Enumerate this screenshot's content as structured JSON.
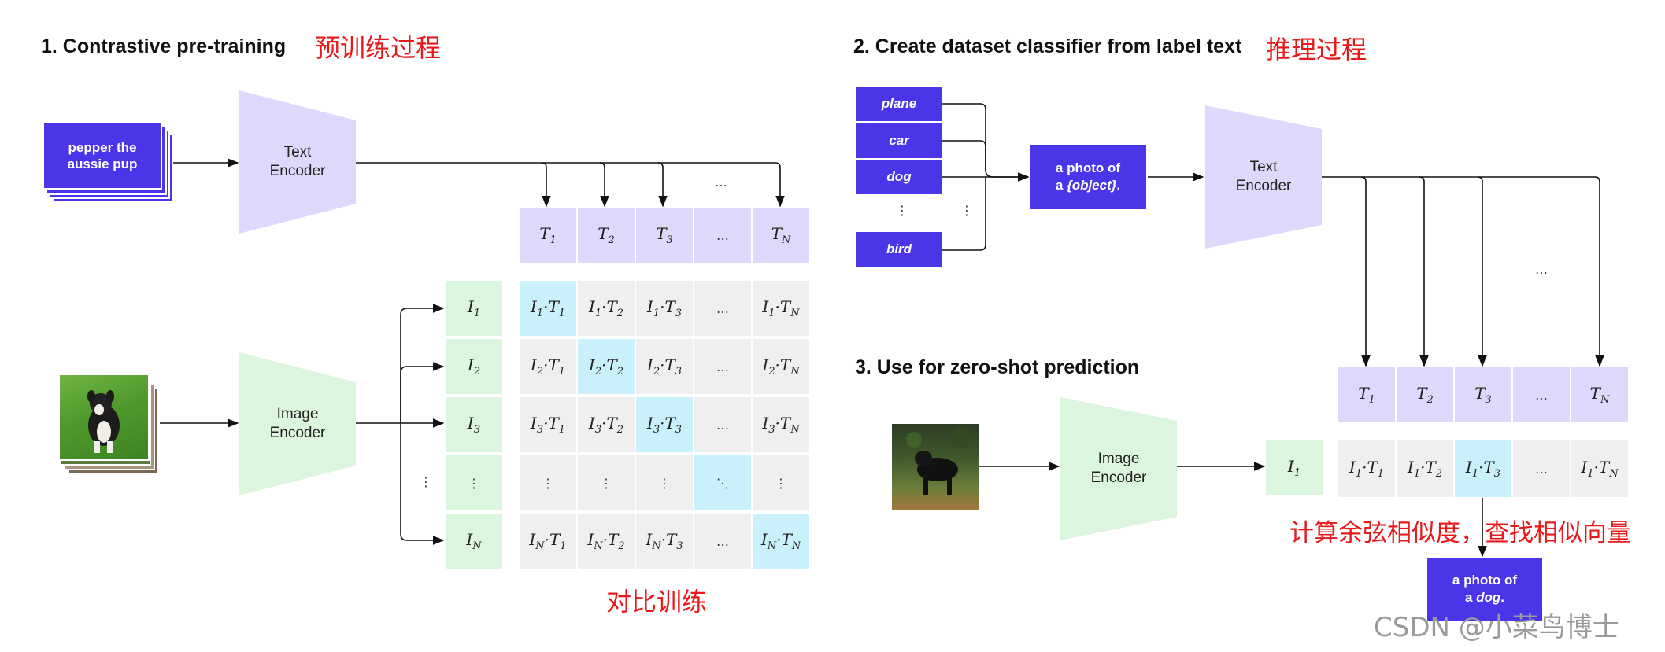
{
  "section1": {
    "heading": "1. Contrastive pre-training",
    "annotation": "预训练过程",
    "text_input": "pepper the\naussie pup",
    "text_encoder": "Text\nEncoder",
    "image_encoder": "Image\nEncoder",
    "text_features": [
      "T1",
      "T2",
      "T3",
      "…",
      "TN"
    ],
    "image_features": [
      "I1",
      "I2",
      "I3",
      "⋮",
      "IN"
    ],
    "top_dots": "…",
    "left_dots": "⋮",
    "matrix": [
      [
        "I1·T1",
        "I1·T2",
        "I1·T3",
        "…",
        "I1·TN"
      ],
      [
        "I2·T1",
        "I2·T2",
        "I2·T3",
        "…",
        "I2·TN"
      ],
      [
        "I3·T1",
        "I3·T2",
        "I3·T3",
        "…",
        "I3·TN"
      ],
      [
        "⋮",
        "⋮",
        "⋮",
        "⋱",
        "⋮"
      ],
      [
        "IN·T1",
        "IN·T2",
        "IN·T3",
        "…",
        "IN·TN"
      ]
    ],
    "bottom_annotation": "对比训练"
  },
  "section2": {
    "heading": "2. Create dataset classifier from label text",
    "annotation": "推理过程",
    "labels": [
      "plane",
      "car",
      "dog",
      "⋮",
      "bird"
    ],
    "side_dots": "⋮",
    "template_line1": "a photo of",
    "template_line2_prefix": "a ",
    "template_object": "{object}",
    "template_suffix": ".",
    "text_encoder": "Text\nEncoder",
    "dots": "…"
  },
  "section3": {
    "heading": "3. Use for zero-shot prediction",
    "image_encoder": "Image\nEncoder",
    "image_feature": "I1",
    "text_features": [
      "T1",
      "T2",
      "T3",
      "…",
      "TN"
    ],
    "products": [
      "I1·T1",
      "I1·T2",
      "I1·T3",
      "…",
      "I1·TN"
    ],
    "annotation": "计算余弦相似度，查找相似向量",
    "result_line1": "a photo of",
    "result_line2_prefix": "a ",
    "result_object": "dog",
    "result_suffix": "."
  },
  "watermark": "CSDN @小菜鸟博士",
  "colors": {
    "purple": "#4a35e8",
    "text_feature": "#dcd9fb",
    "image_feature": "#dcf5dd",
    "matrix_cell": "#efefef",
    "highlight": "#c9f0fb",
    "annotation_red": "#e8191a"
  }
}
